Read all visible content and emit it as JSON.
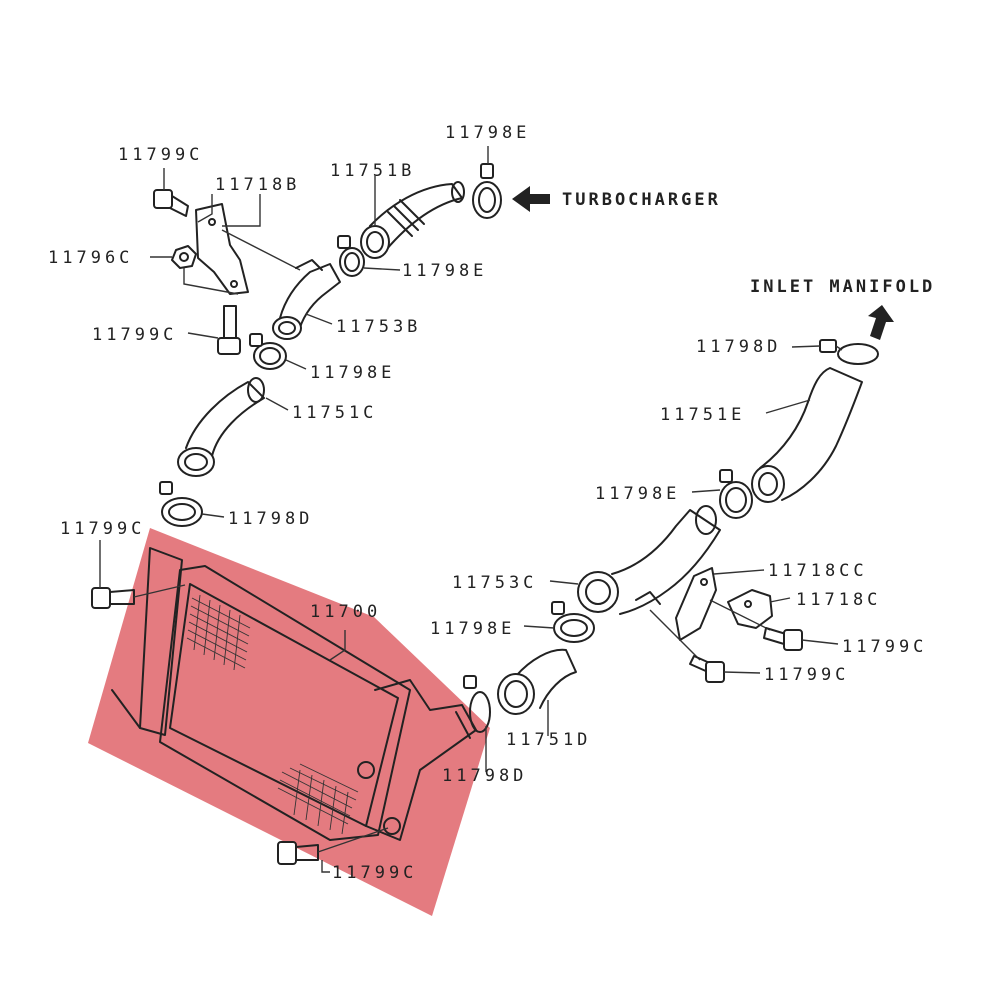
{
  "diagram": {
    "colors": {
      "line": "#222222",
      "background": "#ffffff",
      "highlight": "#d9484f"
    },
    "labels": {
      "p11799c_a": "11799C",
      "p11718b": "11718B",
      "p11751b": "11751B",
      "p11798e_top": "11798E",
      "p11796c": "11796C",
      "p11798e_b": "11798E",
      "p11799c_b": "11799C",
      "p11753b": "11753B",
      "p11798e_c": "11798E",
      "p11751c": "11751C",
      "p11798d_a": "11798D",
      "p11799c_c": "11799C",
      "p11700": "11700",
      "p11798d_b": "11798D",
      "p11751e": "11751E",
      "p11798e_d": "11798E",
      "p11753c": "11753C",
      "p11718cc": "11718CC",
      "p11718c": "11718C",
      "p11799c_d": "11799C",
      "p11798e_e": "11798E",
      "p11799c_e": "11799C",
      "p11751d": "11751D",
      "p11798d_c": "11798D",
      "p11799c_f": "11799C"
    },
    "directions": {
      "turbocharger": "TURBOCHARGER",
      "inlet_manifold": "INLET MANIFOLD"
    },
    "highlighted_part": "11700"
  }
}
